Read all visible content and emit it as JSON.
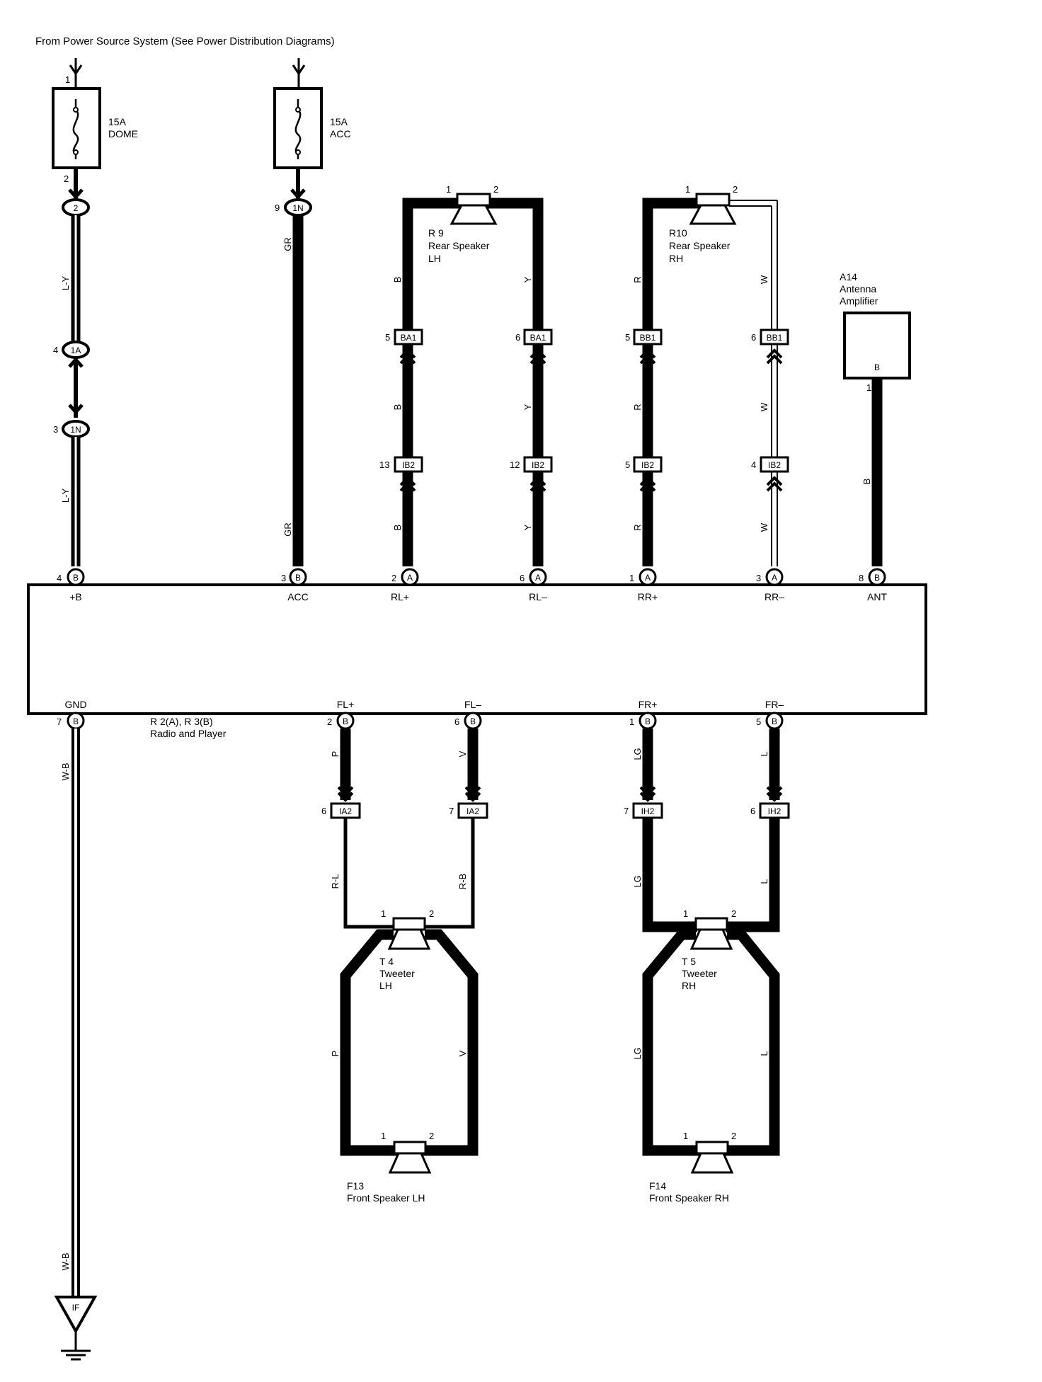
{
  "header": {
    "title": "From Power Source System (See Power Distribution Diagrams)"
  },
  "fuses": [
    {
      "amp": "15A",
      "name": "DOME",
      "pin_in": "1",
      "pin_out": "2"
    },
    {
      "amp": "15A",
      "name": "ACC"
    }
  ],
  "junctions": {
    "j2": {
      "pin": "",
      "label": "2"
    },
    "j1n_acc": {
      "pin": "9",
      "label": "1N"
    },
    "j1a": {
      "pin": "4",
      "label": "1A"
    },
    "j1n_dome": {
      "pin": "3",
      "label": "1N"
    }
  },
  "wires": {
    "dome_upper": "L-Y",
    "dome_lower": "L-Y",
    "acc_upper": "GR",
    "acc_lower": "GR",
    "rl_plus": "B",
    "rl_minus": "Y",
    "rr_plus": "R",
    "rr_minus": "W",
    "ant": "B",
    "gnd": "W-B",
    "fl_plus": "P",
    "fl_minus": "V",
    "fr_plus": "LG",
    "fr_minus": "L",
    "fl_plus_low": "R-L",
    "fl_minus_low": "R-B",
    "fr_plus_low": "LG",
    "fr_minus_low": "L"
  },
  "rear_speaker_lh": {
    "id": "R 9",
    "name": "Rear Speaker",
    "side": "LH",
    "pin1": "1",
    "pin2": "2"
  },
  "rear_speaker_rh": {
    "id": "R10",
    "name": "Rear Speaker",
    "side": "RH",
    "pin1": "1",
    "pin2": "2"
  },
  "antenna_amp": {
    "id": "A14",
    "line1": "Antenna",
    "line2": "Amplifier",
    "pin_label": "B",
    "pin": "1"
  },
  "connectors_upper": [
    {
      "label": "BA1",
      "pin": "5"
    },
    {
      "label": "BA1",
      "pin": "6"
    },
    {
      "label": "BB1",
      "pin": "5"
    },
    {
      "label": "BB1",
      "pin": "6"
    },
    {
      "label": "IB2",
      "pin": "13"
    },
    {
      "label": "IB2",
      "pin": "12"
    },
    {
      "label": "IB2",
      "pin": "5"
    },
    {
      "label": "IB2",
      "pin": "4"
    }
  ],
  "radio": {
    "ids": "R 2(A), R 3(B)",
    "name": "Radio and Player",
    "top_terms": [
      {
        "pin": "4",
        "conn": "B",
        "label": "+B"
      },
      {
        "pin": "3",
        "conn": "B",
        "label": "ACC"
      },
      {
        "pin": "2",
        "conn": "A",
        "label": "RL+"
      },
      {
        "pin": "6",
        "conn": "A",
        "label": "RL–"
      },
      {
        "pin": "1",
        "conn": "A",
        "label": "RR+"
      },
      {
        "pin": "3",
        "conn": "A",
        "label": "RR–"
      },
      {
        "pin": "8",
        "conn": "B",
        "label": "ANT"
      }
    ],
    "bottom_terms": [
      {
        "pin": "7",
        "conn": "B",
        "label": "GND"
      },
      {
        "pin": "2",
        "conn": "B",
        "label": "FL+"
      },
      {
        "pin": "6",
        "conn": "B",
        "label": "FL–"
      },
      {
        "pin": "1",
        "conn": "B",
        "label": "FR+"
      },
      {
        "pin": "5",
        "conn": "B",
        "label": "FR–"
      }
    ]
  },
  "connectors_lower": [
    {
      "label": "IA2",
      "pin": "6"
    },
    {
      "label": "IA2",
      "pin": "7"
    },
    {
      "label": "IH2",
      "pin": "7"
    },
    {
      "label": "IH2",
      "pin": "6"
    }
  ],
  "tweeter_lh": {
    "id": "T 4",
    "name": "Tweeter",
    "side": "LH",
    "pin1": "1",
    "pin2": "2"
  },
  "tweeter_rh": {
    "id": "T 5",
    "name": "Tweeter",
    "side": "RH",
    "pin1": "1",
    "pin2": "2"
  },
  "front_speaker_lh": {
    "id": "F13",
    "name": "Front Speaker LH",
    "pin1": "1",
    "pin2": "2"
  },
  "front_speaker_rh": {
    "id": "F14",
    "name": "Front Speaker RH",
    "pin1": "1",
    "pin2": "2"
  },
  "ground": {
    "label": "IF"
  },
  "colors": {
    "line": "#000000",
    "background": "#ffffff"
  }
}
